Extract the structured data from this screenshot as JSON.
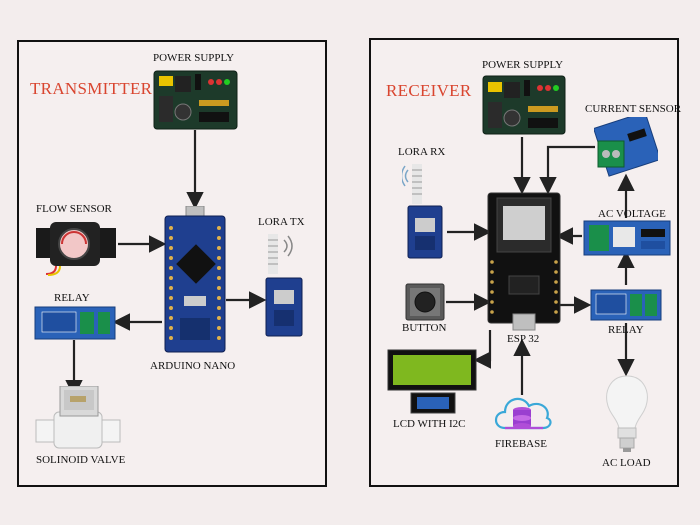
{
  "transmitter": {
    "title": "TRANSMITTER",
    "labels": {
      "power_supply": "POWER SUPPLY",
      "flow_sensor": "FLOW SENSOR",
      "lora_tx": "LORA TX",
      "relay": "RELAY",
      "arduino_nano": "ARDUINO NANO",
      "solenoid_valve": "SOLINOID VALVE"
    }
  },
  "receiver": {
    "title": "RECEIVER",
    "labels": {
      "power_supply": "POWER SUPPLY",
      "current_sensor": "CURRENT SENSOR",
      "lora_rx": "LORA RX",
      "ac_voltage": "AC VOLTAGE",
      "button": "BUTTON",
      "esp32": "ESP 32",
      "relay": "RELAY",
      "lcd": "LCD WITH I2C",
      "firebase": "FIREBASE",
      "ac_load": "AC LOAD"
    }
  },
  "colors": {
    "title": "#d9452f",
    "pcb_green": "#1d3a2a",
    "pcb_blue": "#1f3f8f",
    "relay_blue": "#2a62b8",
    "lcd_green": "#7fb81f"
  }
}
